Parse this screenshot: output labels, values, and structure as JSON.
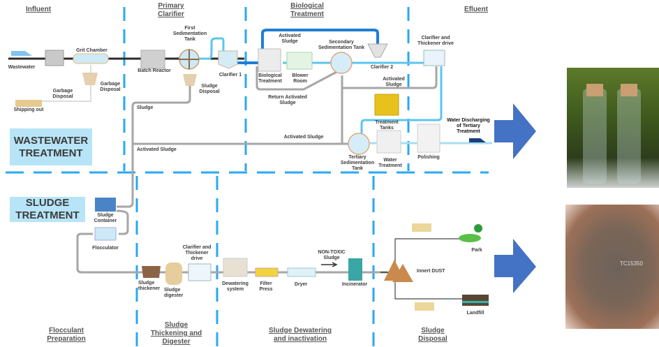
{
  "section_headers": {
    "influent": "Influent",
    "primary_clarifier": "Primary\nClarifier",
    "biological_treatment": "Biological\nTreatment",
    "efluent": "Efluent",
    "flocculant_preparation": "Flocculant\nPreparation",
    "sludge_thickening": "Sludge\nThickening and\nDigester",
    "sludge_dewatering": "Sludge Dewatering\nand inactivation",
    "sludge_disposal": "Sludge\nDisposal"
  },
  "boxes": {
    "wastewater_treatment": "WASTEWATER\nTREATMENT",
    "sludge_treatment": "SLUDGE\nTREATMENT"
  },
  "labels": {
    "wastewater": "Wastewater",
    "grit_chamber": "Grit Chamber",
    "garbage_disposal_1": "Garbage\nDisposal",
    "garbage_disposal_2": "Garbage\nDisposal",
    "shipping_out": "Shipping out",
    "batch_reactor": "Batch Reactor",
    "first_sedimentation_tank": "First\nSedimentation\nTank",
    "sludge_disposal": "Sludge\nDisposal",
    "clarifier_1": "Clarifier 1",
    "sludge": "Sludge",
    "activated_sludge_top": "Activated\nSludge",
    "biological_treatment": "Biological\nTreatment",
    "blower_room": "Blower\nRoom",
    "return_activated_sludge": "Return Activated\nSludge",
    "secondary_sedimentation_tank": "Secondary\nSedimentation Tank",
    "clarifier_2": "Clarifier 2",
    "clarifier_thickener_top": "Clarifier and\nThickener drive",
    "activated_sludge_right": "Activated\nSludge",
    "treatment_tanks": "Treatment\nTanks",
    "activated_sludge_mid": "Activated Sludge",
    "activated_sludge_left": "Activated Sludge",
    "tertiary_sedimentation_tank": "Tertiary\nSedimentation\nTank",
    "water_treatment": "Water\nTreatment",
    "polishing": "Polishing",
    "water_discharging": "Water Discharging\nof Tertiary\nTreatment",
    "sludge_container": "Sludge\nContainer",
    "flocculator": "Flocculator",
    "sludge_thickener": "Sludge\nthickener",
    "sludge_digester": "Sludge\ndigester",
    "clarifier_thickener_bottom": "Clarifier and\nThickener\ndrive",
    "dewatering_system": "Dewatering\nsystem",
    "filter_press": "Filter\nPress",
    "dryer": "Dryer",
    "non_toxic_sludge": "NON-TOXIC\nSludge",
    "incinerator": "Incinerator",
    "innert_dust": "Innert DUST",
    "park": "Park",
    "landfill": "Landfill"
  },
  "photos": {
    "clean_water": "clean-water-bottles-photo",
    "dried_sludge": "dried-sludge-photo",
    "sludge_code": "TC15350"
  },
  "colors": {
    "divider": "#29a8f2",
    "water_pipe": "#5bc6ef",
    "sludge_pipe": "#a6a6a6",
    "influent_pipe": "#2b2b2b",
    "big_arrow": "#4472c4",
    "label_box": "#b7e4f7"
  }
}
